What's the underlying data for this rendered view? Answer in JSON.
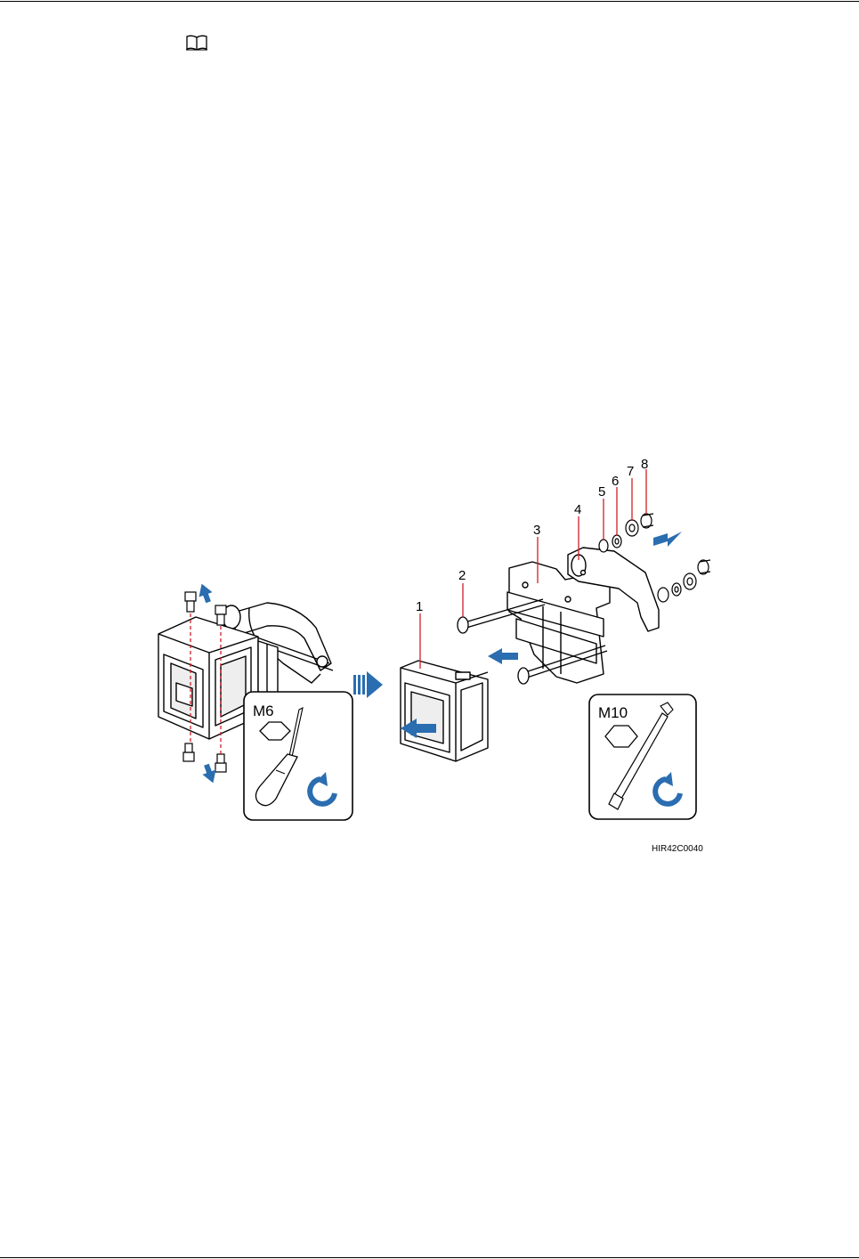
{
  "document": {
    "note_icon": "open-book-icon",
    "figure": {
      "callouts": [
        "1",
        "2",
        "3",
        "4",
        "5",
        "6",
        "7",
        "8"
      ],
      "tool_left_label": "M6",
      "tool_right_label": "M10",
      "figure_id": "HIR42C0040",
      "arrow_color": "#2a6db0",
      "leader_color": "#d0202a"
    }
  }
}
